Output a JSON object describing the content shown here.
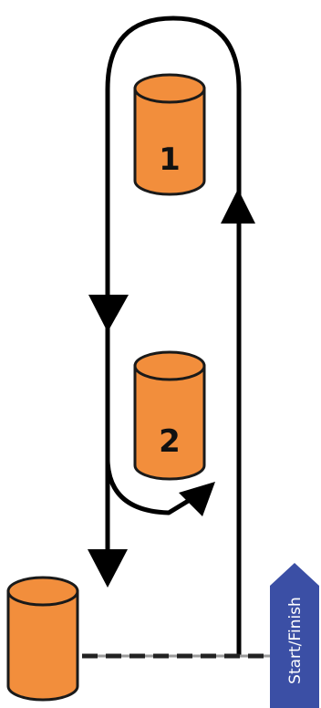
{
  "diagram": {
    "barrels": [
      {
        "id": "barrel-1",
        "label": "1"
      },
      {
        "id": "barrel-2",
        "label": "2"
      },
      {
        "id": "barrel-3",
        "label": ""
      }
    ],
    "start_finish": {
      "label": "Start/Finish"
    },
    "colors": {
      "barrel_fill": "#F28E3C",
      "barrel_stroke": "#1A1A1A",
      "path": "#000000",
      "banner": "#3B4FA5",
      "banner_text": "#FFFFFF",
      "start_line": "#9A9A9A"
    }
  }
}
